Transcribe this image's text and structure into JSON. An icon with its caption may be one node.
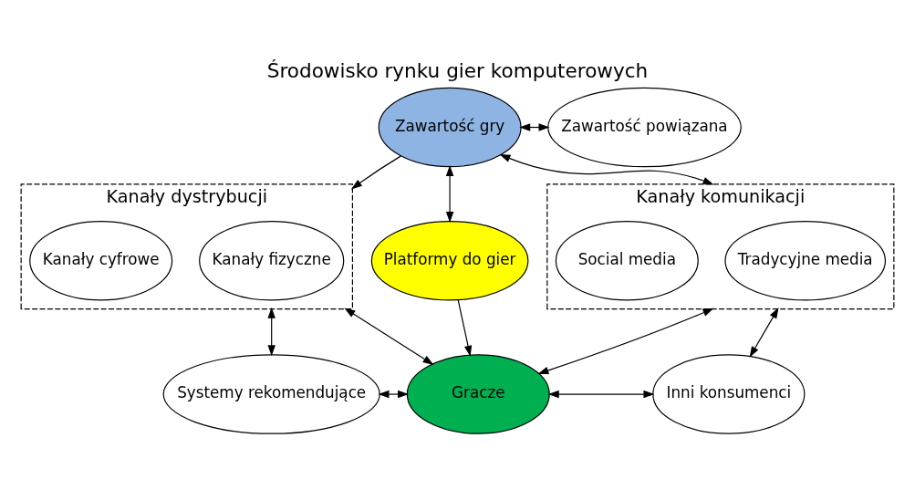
{
  "diagram": {
    "title": "Środowisko rynku gier komputerowych",
    "nodes": [
      {
        "text": [
          "Zawartość gry"
        ]
      },
      {
        "text": [
          "Zawartość powiązana"
        ]
      },
      {
        "text": [
          "Kanały dystrybucji"
        ]
      },
      {
        "text": [
          "Kanały fizyczne"
        ],
        "in": 2
      },
      {
        "text": [
          "Kanały cyfrowe"
        ],
        "in": 2
      },
      {
        "text": [
          "Platformy do gier"
        ]
      },
      {
        "text": [
          "Kanały komunikacji"
        ]
      },
      {
        "text": [
          "Tradycyjne media"
        ],
        "in": 6
      },
      {
        "text": [
          "Social media"
        ],
        "in": 6
      },
      {
        "text": [
          "Systemy rekomendujące"
        ]
      },
      {
        "text": [
          "Gracze"
        ]
      },
      {
        "text": [
          "Inni konsumenci"
        ]
      }
    ],
    "edges": [
      {
        "from": 0,
        "to": 1,
        "arrow": "both"
      },
      {
        "from": 0,
        "to": 2,
        "arrow": "to"
      },
      {
        "from": 0,
        "to": 6,
        "arrow": "both"
      },
      {
        "from": 0,
        "to": 5,
        "arrow": "both"
      },
      {
        "from": 5,
        "to": 10,
        "arrow": "to"
      },
      {
        "from": 2,
        "to": 9,
        "arrow": "both"
      },
      {
        "from": 2,
        "to": 10,
        "arrow": "both"
      },
      {
        "from": 6,
        "to": 10,
        "arrow": "both"
      },
      {
        "from": 6,
        "to": 11,
        "arrow": "both"
      },
      {
        "from": 9,
        "to": 10,
        "arrow": "both"
      },
      {
        "from": 10,
        "to": 11,
        "arrow": "both"
      }
    ]
  }
}
